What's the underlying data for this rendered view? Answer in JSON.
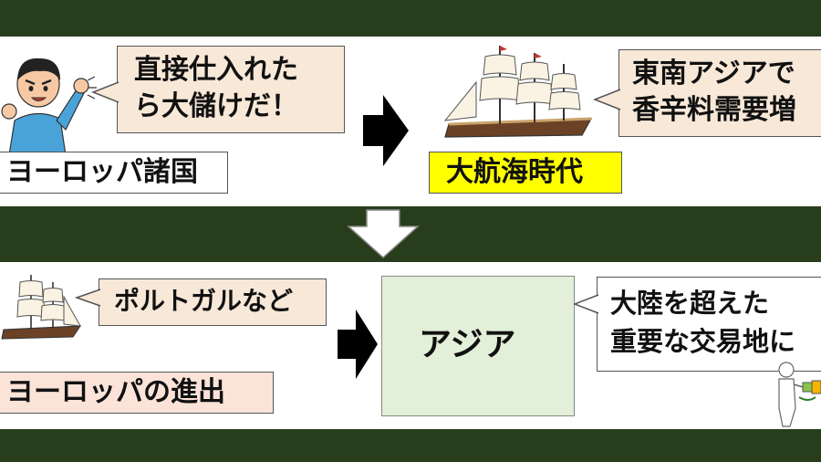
{
  "top": {
    "speech_1": [
      "直接仕入れた",
      "ら大儲けだ！"
    ],
    "label_europe": "ヨーロッパ諸国",
    "speech_2": [
      "東南アジアで",
      "香辛料需要増"
    ],
    "label_age": "大航海時代"
  },
  "bottom": {
    "speech_1": "ポルトガルなど",
    "label_advance": "ヨーロッパの進出",
    "center_box": "アジア",
    "speech_2": [
      "大陸を超えた",
      "重要な交易地に"
    ]
  },
  "colors": {
    "frame": "#273d1c",
    "pink_box": "#fbe3d8",
    "callout": "#f8e8d8",
    "highlight": "#ffff00",
    "asia_box": "#e2efd9"
  },
  "icons": [
    "merchant-icon",
    "sailing-ship-icon",
    "arrow-right-icon",
    "arrow-down-icon",
    "person-with-goods-icon"
  ]
}
